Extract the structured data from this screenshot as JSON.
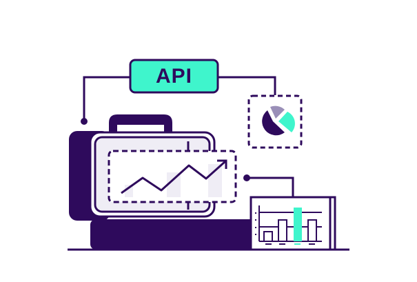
{
  "illustration": {
    "title": "API analytics illustration",
    "api_badge": {
      "label": "API",
      "icon": "api-badge"
    },
    "elements": [
      {
        "name": "briefcase-monitor",
        "icon": "briefcase-icon"
      },
      {
        "name": "line-chart-card",
        "icon": "trend-up-arrow-icon"
      },
      {
        "name": "pie-chart-card",
        "icon": "pie-chart-icon"
      },
      {
        "name": "bar-chart-panel",
        "icon": "bar-chart-icon"
      }
    ],
    "colors": {
      "primary": "#2e0a5c",
      "accent": "#3ff5cc",
      "muted": "#9a8fb8",
      "panel_fill": "#efedf5",
      "background": "#ffffff"
    }
  }
}
